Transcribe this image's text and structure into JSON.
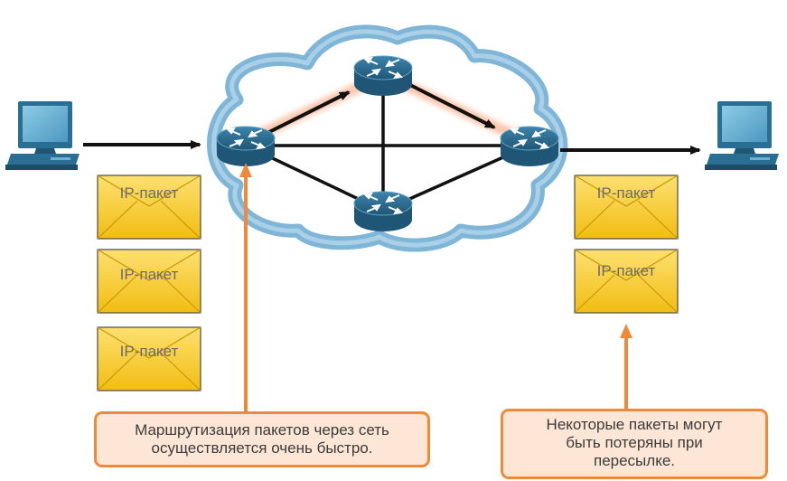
{
  "packet_label": "IP-пакет",
  "left_packets": [
    "IP-пакет",
    "IP-пакет",
    "IP-пакет"
  ],
  "right_packets": [
    "IP-пакет",
    "IP-пакет"
  ],
  "callouts": {
    "routing": "Маршрутизация пакетов через сеть\nосуществляется очень быстро.",
    "loss": "Некоторые пакеты могут\nбыть потеряны при\nпересылке."
  },
  "colors": {
    "cloud_edge": "#7fb6d8",
    "router": "#2e6f94",
    "packet": "#f2c21b",
    "callout_border": "#f08a3a",
    "callout_fill": "#fde6d6",
    "arrow": "#111111"
  },
  "icons": {
    "source_host": "desktop-computer-icon",
    "destination_host": "desktop-computer-icon",
    "router": "router-icon",
    "packet": "envelope-icon"
  }
}
